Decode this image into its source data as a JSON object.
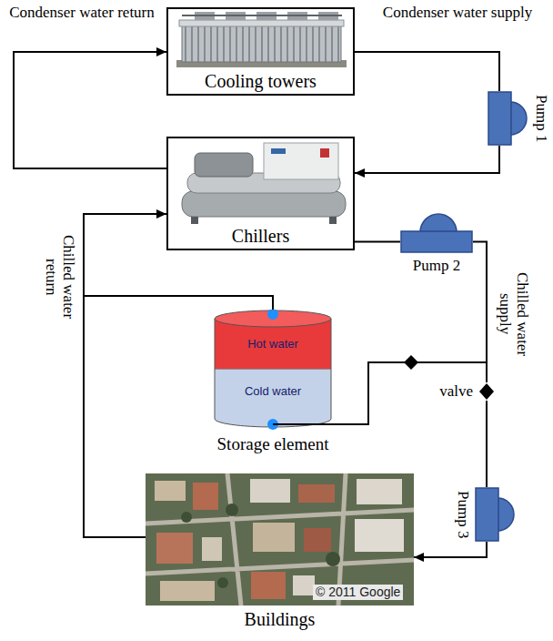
{
  "diagram": {
    "nodes": [
      {
        "text": [
          "Cooling towers"
        ]
      },
      {
        "text": [
          "Chillers"
        ]
      },
      {
        "text": [
          "Pump 1"
        ]
      },
      {
        "text": [
          "Pump 2"
        ]
      },
      {
        "text": [
          "Hot water",
          "Cold water",
          "Storage element"
        ]
      },
      {
        "text": [
          "valve"
        ]
      },
      {
        "text": [
          "Pump 3"
        ]
      },
      {
        "text": [
          "Buildings"
        ]
      }
    ],
    "edges": [
      {
        "from": 1,
        "to": 0,
        "arrow": "to",
        "label": "Condenser water return"
      },
      {
        "from": 0,
        "to": 2,
        "arrow": "none",
        "label": "Condenser water supply"
      },
      {
        "from": 2,
        "to": 1,
        "arrow": "to"
      },
      {
        "from": 1,
        "to": 3,
        "arrow": "none"
      },
      {
        "from": 3,
        "to": 5,
        "arrow": "none",
        "label": "Chilled water supply"
      },
      {
        "from": 5,
        "to": 6,
        "arrow": "none"
      },
      {
        "from": 6,
        "to": 7,
        "arrow": "to"
      },
      {
        "from": 7,
        "to": 1,
        "arrow": "to",
        "label": "Chilled water return"
      },
      {
        "from": 4,
        "to": 1,
        "arrow": "none"
      },
      {
        "from": 4,
        "to": 5,
        "arrow": "none"
      }
    ],
    "labels": [
      "© 2011 Google"
    ]
  }
}
